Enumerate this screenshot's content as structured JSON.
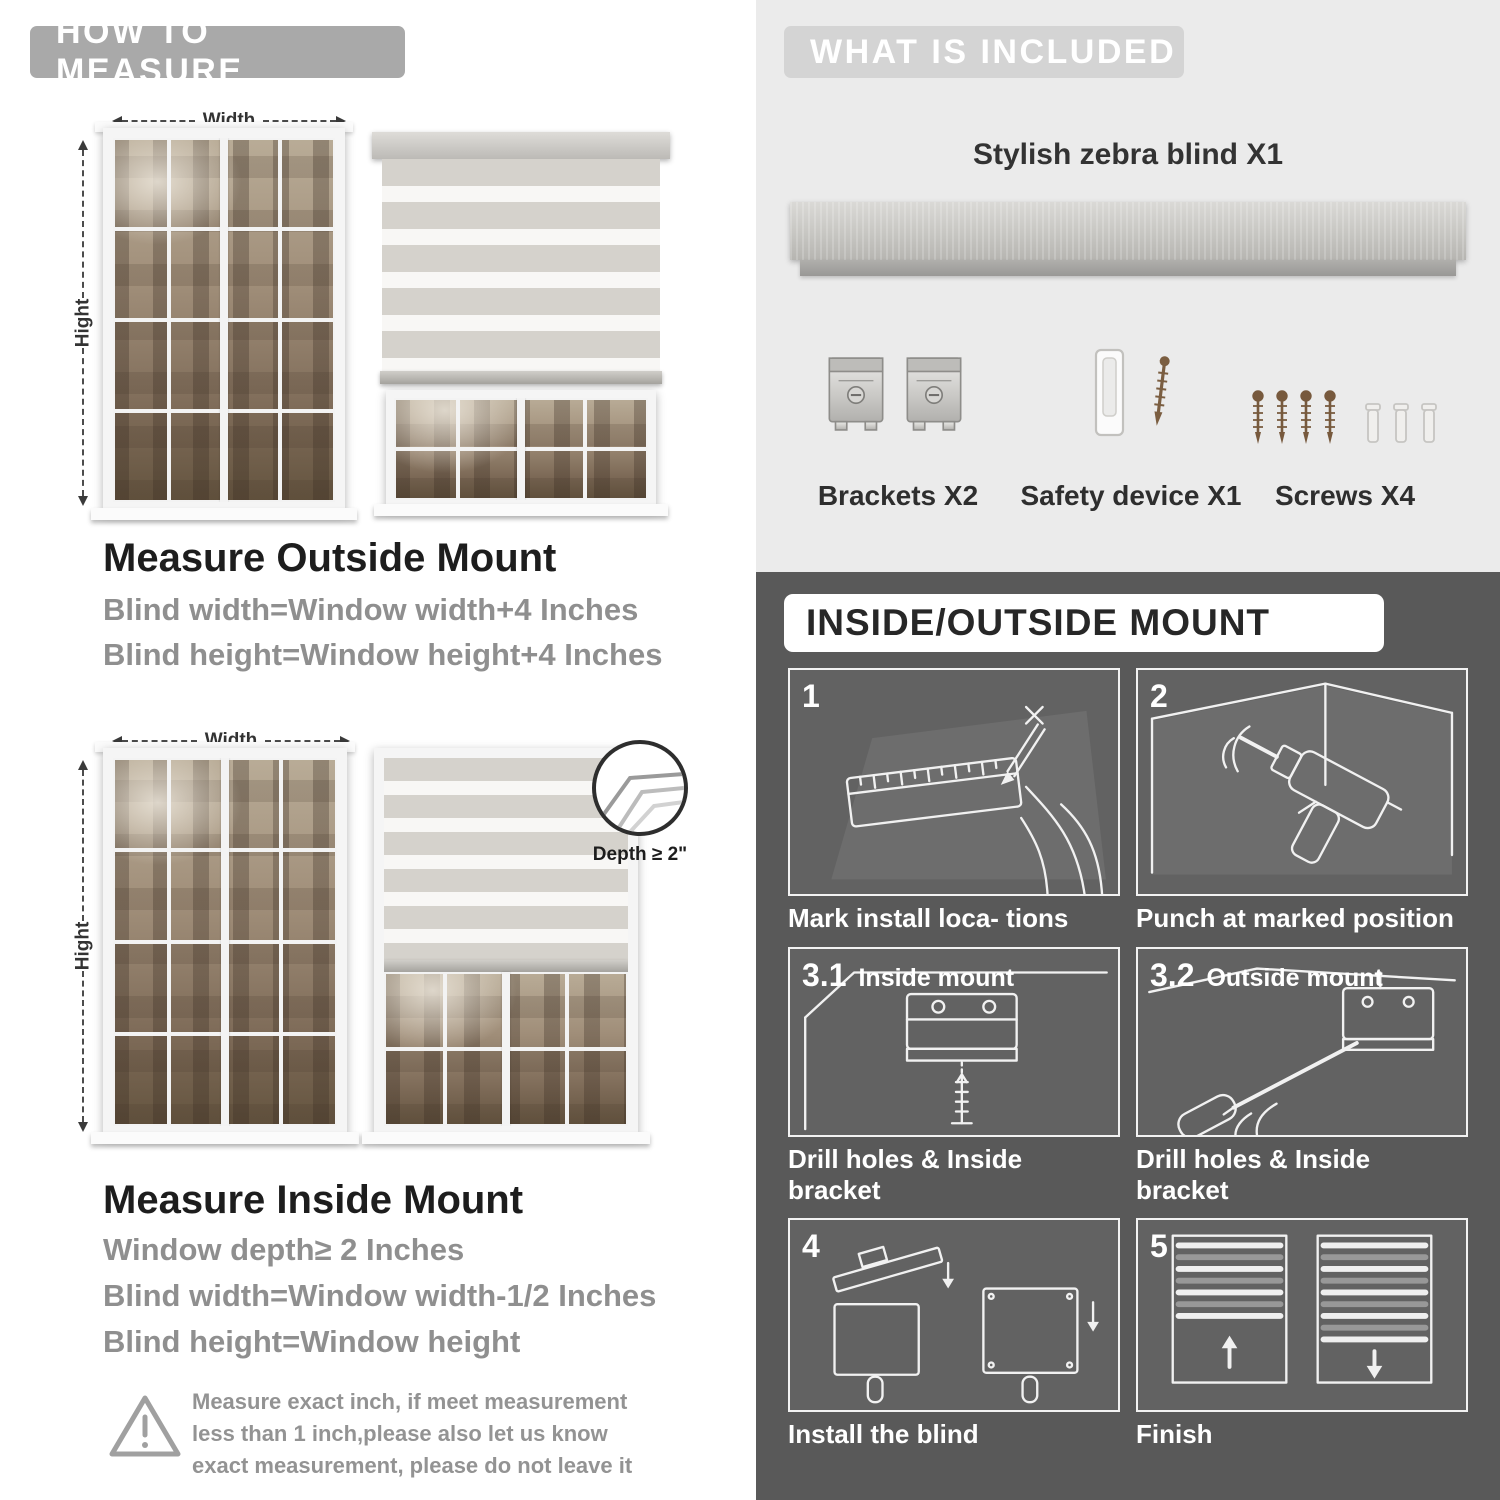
{
  "left": {
    "header": "HOW TO MEASURE",
    "outside": {
      "width_label": "Width",
      "height_label": "Hight",
      "title": "Measure Outside Mount",
      "line1": "Blind width=Window width+4 Inches",
      "line2": "Blind height=Window height+4 Inches"
    },
    "inside": {
      "width_label": "Width",
      "height_label": "Hight",
      "depth_label": "Depth ≥ 2\"",
      "title": "Measure Inside Mount",
      "line1": "Window depth≥ 2 Inches",
      "line2": "Blind width=Window width-1/2 Inches",
      "line3": "Blind height=Window height"
    },
    "note": {
      "text": "Measure exact inch, if meet measurement less than 1 inch,please also let us know exact measurement, please do not leave it"
    }
  },
  "right": {
    "included": {
      "header": "WHAT IS INCLUDED",
      "blind_label": "Stylish zebra blind X1",
      "items": [
        {
          "label": "Brackets X2"
        },
        {
          "label": "Safety device X1"
        },
        {
          "label": "Screws X4"
        }
      ]
    },
    "mount": {
      "header": "INSIDE/OUTSIDE MOUNT",
      "steps": [
        {
          "num": "1",
          "caption": "Mark install loca- tions"
        },
        {
          "num": "2",
          "caption": "Punch at  marked position"
        },
        {
          "num": "3.1",
          "label": "Inside mount",
          "caption": "Drill holes &  Inside bracket"
        },
        {
          "num": "3.2",
          "label": "Outside mount",
          "caption": "Drill holes &  Inside bracket"
        },
        {
          "num": "4",
          "caption": "Install the blind"
        },
        {
          "num": "5",
          "caption": "Finish"
        }
      ]
    }
  }
}
